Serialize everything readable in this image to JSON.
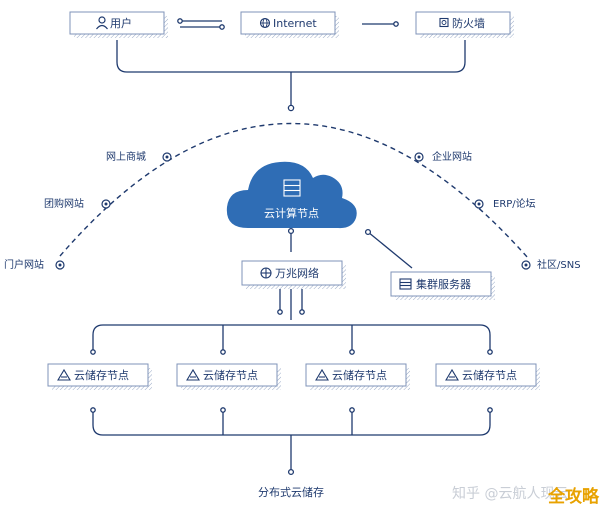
{
  "top": {
    "user": "用户",
    "internet": "Internet",
    "firewall": "防火墙"
  },
  "arc_left": [
    "网上商城",
    "团购网站",
    "门户网站"
  ],
  "arc_right": [
    "企业网站",
    "ERP/论坛",
    "社区/SNS"
  ],
  "cloud": {
    "label": "云计算节点"
  },
  "network": {
    "label": "万兆网络"
  },
  "cluster": {
    "label": "集群服务器"
  },
  "storage_nodes": [
    "云储存节点",
    "云储存节点",
    "云储存节点",
    "云储存节点"
  ],
  "bottom": {
    "label": "分布式云储存"
  },
  "watermark": {
    "text": "知乎 @云航人现云",
    "badge": "全攻略"
  },
  "colors": {
    "primary": "#1f3a6e",
    "cloud": "#2f6db5",
    "box_border": "#7f93b8",
    "box_shadow": "#c6d0e2"
  }
}
